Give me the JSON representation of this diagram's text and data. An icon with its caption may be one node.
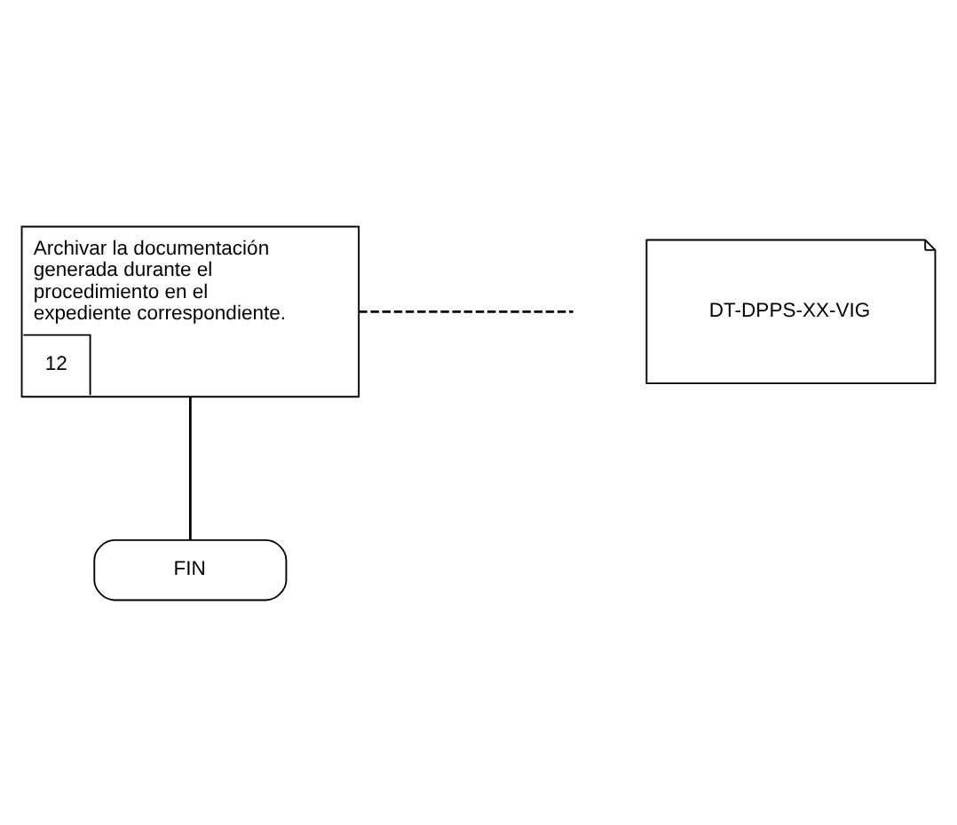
{
  "diagram": {
    "nodes": [
      {
        "text": [
          "Archivar la documentación generada durante el procedimiento en el expediente correspondiente.",
          "12"
        ]
      },
      {
        "text": [
          "DT-DPPS-XX-VIG"
        ]
      },
      {
        "text": [
          "FIN"
        ]
      }
    ],
    "edges": [
      {
        "from": 0,
        "to": null,
        "arrow": "none",
        "style": "dashed"
      },
      {
        "from": 0,
        "to": 2,
        "arrow": "none"
      }
    ]
  }
}
